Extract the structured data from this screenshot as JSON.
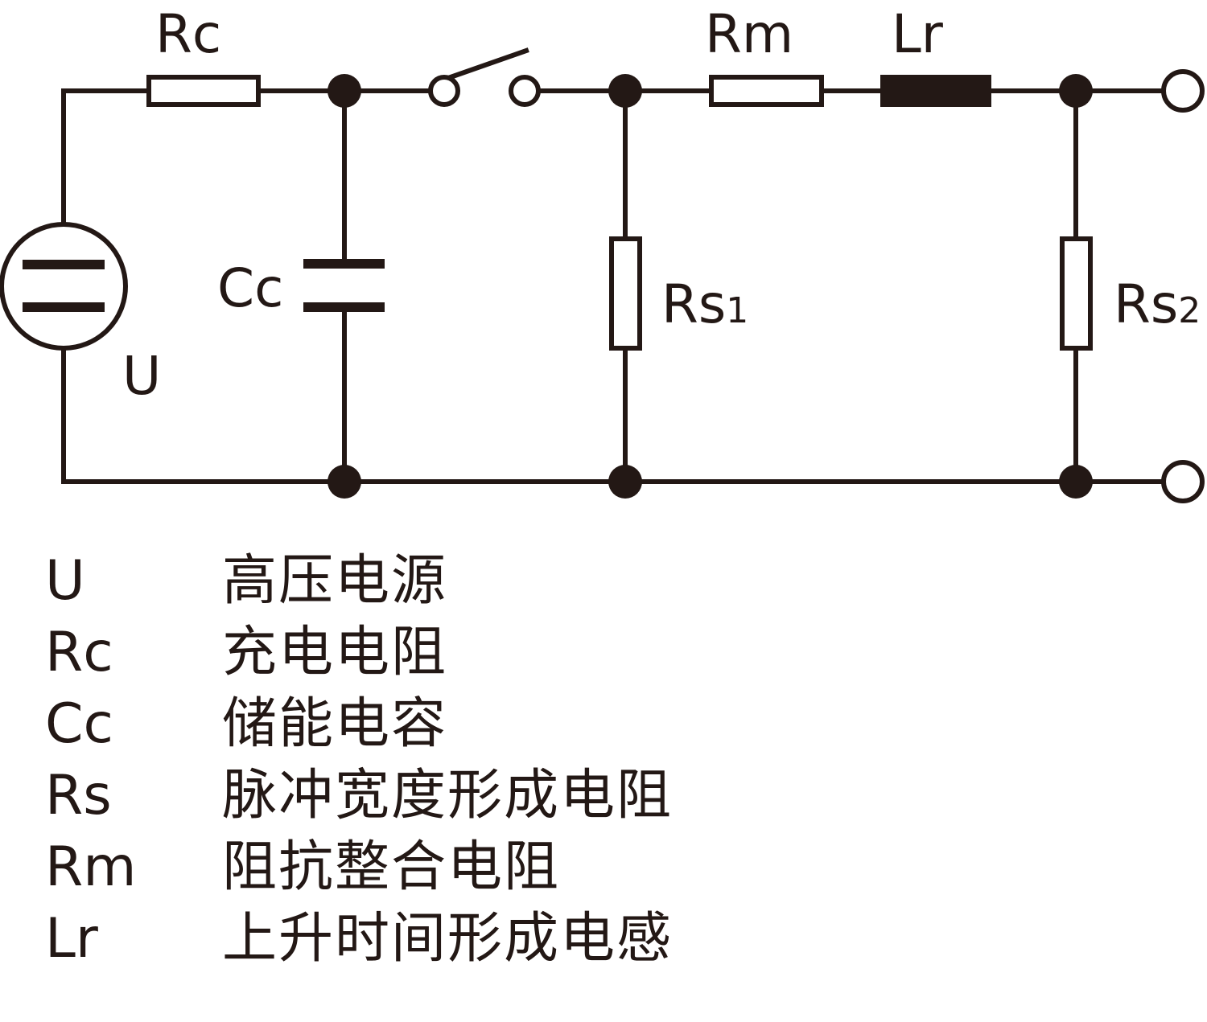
{
  "circuit": {
    "labels": {
      "U": "U",
      "Rc": "Rc",
      "Cc": "Cc",
      "Rm": "Rm",
      "Lr": "Lr",
      "Rs1_base": "Rs",
      "Rs1_sub": "1",
      "Rs2_base": "Rs",
      "Rs2_sub": "2"
    },
    "colors": {
      "ink": "#231815",
      "background": "#ffffff"
    }
  },
  "legend": [
    {
      "symbol": "U",
      "description": "高压电源"
    },
    {
      "symbol": "Rc",
      "description": "充电电阻"
    },
    {
      "symbol": "Cc",
      "description": "储能电容"
    },
    {
      "symbol": "Rs",
      "description": "脉冲宽度形成电阻"
    },
    {
      "symbol": "Rm",
      "description": "阻抗整合电阻"
    },
    {
      "symbol": "Lr",
      "description": "上升时间形成电感"
    }
  ]
}
